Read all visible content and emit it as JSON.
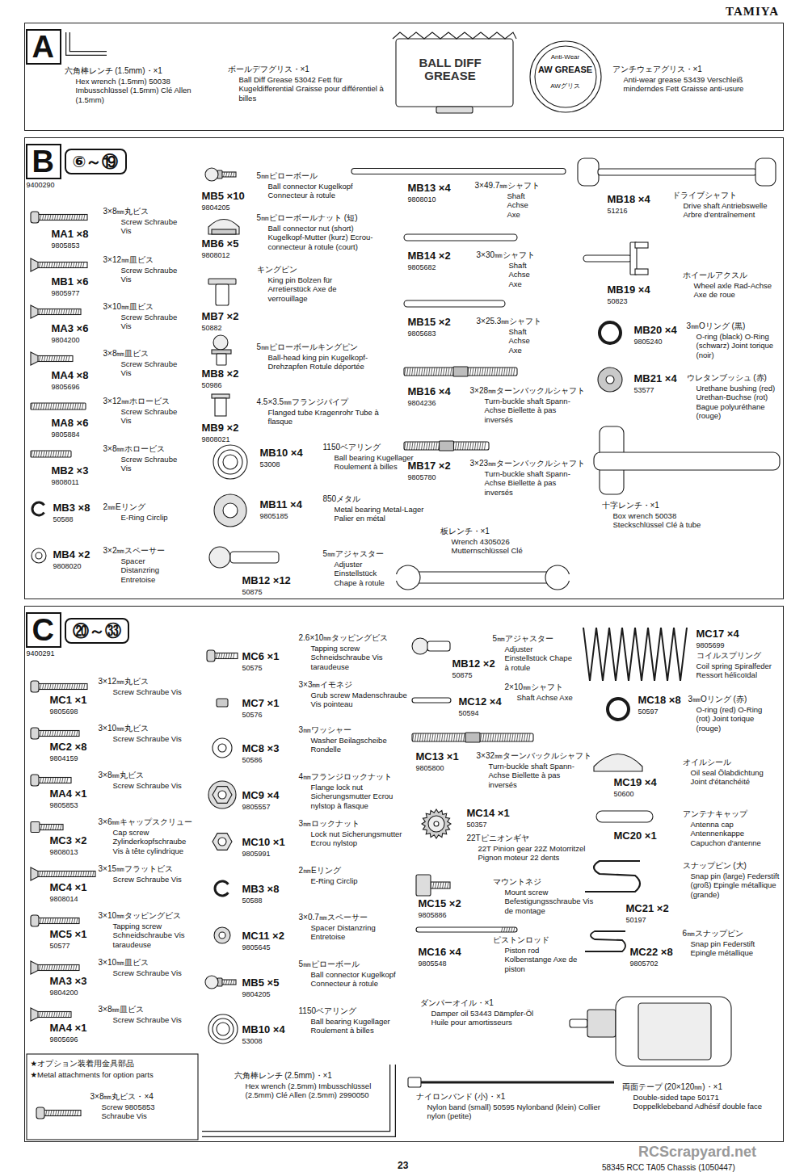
{
  "diagram": {
    "title": "TAMIYA",
    "nodes": [
      {
        "text": [
          "六角棒レンチ (1.5mm)・×1",
          "Hex wrench (1.5mm) 50038 Imbusschlüssel (1.5mm) Clé Allen (1.5mm)",
          "ボールデフグリス・×1",
          "Ball Diff Grease 53042 Fett für Kugeldifferential Graisse pour différentiel à billes",
          "BALL DIFF GREASE",
          "Anti-Wear",
          "AW GREASE",
          "AWグリス",
          "アンチウェアグリス・×1",
          "Anti-wear grease 53439 Verschleiß minderndes Fett Graisse anti-usure"
        ]
      },
      {
        "text": [
          "A"
        ],
        "in": 0
      },
      {
        "text": [
          "9400290",
          "MA1 ×8",
          "9805853",
          "3×8㎜丸ビス",
          "Screw Schraube Vis",
          "MB1 ×6",
          "9805977",
          "3×12㎜皿ビス",
          "Screw Schraube Vis",
          "MA3 ×6",
          "9804200",
          "3×10㎜皿ビス",
          "Screw Schraube Vis",
          "MA4 ×8",
          "9805696",
          "3×8㎜皿ビス",
          "Screw Schraube Vis",
          "MA8 ×6",
          "9805884",
          "3×12㎜ホロービス",
          "Screw Schraube Vis",
          "MB2 ×3",
          "9808011",
          "3×8㎜ホロービス",
          "Screw Schraube Vis",
          "MB3 ×8",
          "50588",
          "2㎜Eリング",
          "E-Ring Circlip",
          "MB4 ×2",
          "9808020",
          "3×2㎜スペーサー",
          "Spacer Distanzring Entretoise",
          "MB5 ×10",
          "9804205",
          "5㎜ピローボール",
          "Ball connector Kugelkopf Connecteur à rotule",
          "MB6 ×5",
          "9808012",
          "5㎜ピローボールナット (短)",
          "Ball connector nut (short) Kugelkopf-Mutter (kurz) Ecrou-connecteur à rotule (court)",
          "MB7 ×2",
          "50882",
          "キングピン",
          "King pin Bolzen für Arretierstück Axe de verrouillage",
          "MB8 ×2",
          "50986",
          "5㎜ピローボールキングピン",
          "Ball-head king pin Kugelkopf-Drehzapfen Rotule déportée",
          "MB9 ×2",
          "9808021",
          "4.5×3.5㎜フランジパイプ",
          "Flanged tube Kragenrohr Tube à flasque",
          "MB10 ×4",
          "53008",
          "1150ベアリング",
          "Ball bearing Kugellager Roulement à billes",
          "MB11 ×4",
          "9805185",
          "850メタル",
          "Metal bearing Metal-Lager Palier en métal",
          "MB12 ×12",
          "50875",
          "5㎜アジャスター",
          "Adjuster Einstellstück Chape à rotule",
          "MB13 ×4",
          "9808010",
          "3×49.7㎜シャフト",
          "Shaft Achse Axe",
          "MB14 ×2",
          "9805682",
          "3×30㎜シャフト",
          "Shaft Achse Axe",
          "MB15 ×2",
          "9805683",
          "3×25.3㎜シャフト",
          "Shaft Achse Axe",
          "MB16 ×4",
          "9804236",
          "3×28㎜ターンバックルシャフト",
          "Turn-buckle shaft Spann-Achse Biellette à pas inversés",
          "MB17 ×2",
          "9805780",
          "3×23㎜ターンバックルシャフト",
          "Turn-buckle shaft Spann-Achse Biellette à pas inversés",
          "板レンチ・×1",
          "Wrench 4305026 Mutternschlüssel Clé",
          "MB18 ×4",
          "51216",
          "ドライブシャフト",
          "Drive shaft Antriebswelle Arbre d'entraînement",
          "MB19 ×4",
          "50823",
          "ホイールアクスル",
          "Wheel axle Rad-Achse Axe de roue",
          "MB20 ×4",
          "9805240",
          "3㎜Oリング (黒)",
          "O-ring (black) O-Ring (schwarz) Joint torique (noir)",
          "MB21 ×4",
          "53577",
          "ウレタンブッシュ (赤)",
          "Urethane bushing (red) Urethan-Buchse (rot) Bague polyuréthane (rouge)",
          "十字レンチ・×1",
          "Box wrench 50038 Steckschlüssel Clé à tube"
        ]
      },
      {
        "text": [
          "B"
        ],
        "in": 2
      },
      {
        "text": [
          "⑥～⑲"
        ],
        "in": 2
      },
      {
        "text": [
          "9400291",
          "MC1 ×1",
          "9805698",
          "3×12㎜丸ビス",
          "Screw Schraube Vis",
          "MC2 ×8",
          "9804159",
          "3×10㎜丸ビス",
          "Screw Schraube Vis",
          "MA4 ×1",
          "9805853",
          "3×8㎜丸ビス",
          "Screw Schraube Vis",
          "MC3 ×2",
          "9808013",
          "3×6㎜キャップスクリュー",
          "Cap screw Zylinderkopfschraube Vis à tête cylindrique",
          "MC4 ×1",
          "9808014",
          "3×15㎜フラットビス",
          "Screw Schraube Vis",
          "MC5 ×1",
          "50577",
          "3×10㎜タッピングビス",
          "Tapping screw Schneidschraube Vis taraudeuse",
          "MA3 ×3",
          "9804200",
          "3×10㎜皿ビス",
          "Screw Schraube Vis",
          "MA4 ×1",
          "9805696",
          "3×8㎜皿ビス",
          "Screw Schraube Vis",
          "★オプション装着用金具部品",
          "★Metal attachments for option parts",
          "3×8㎜丸ビス・×4",
          "Screw 9805853 Schraube Vis",
          "MC6 ×1",
          "50575",
          "2.6×10㎜タッピングビス",
          "Tapping screw Schneidschraube Vis taraudeuse",
          "MC7 ×1",
          "50576",
          "3×3㎜イモネジ",
          "Grub screw Madenschraube Vis pointeau",
          "MC8 ×3",
          "50586",
          "3㎜ワッシャー",
          "Washer Beilagscheibe Rondelle",
          "MC9 ×4",
          "9805557",
          "4㎜フランジロックナット",
          "Flange lock nut Sicherungsmutter Ecrou nylstop à flasque",
          "MC10 ×1",
          "9805991",
          "3㎜ロックナット",
          "Lock nut Sicherungsmutter Ecrou nylstop",
          "MB3 ×8",
          "50588",
          "2㎜Eリング",
          "E-Ring Circlip",
          "MC11 ×2",
          "9805645",
          "3×0.7㎜スペーサー",
          "Spacer Distanzring Entretoise",
          "MB5 ×5",
          "9804205",
          "5㎜ピローボール",
          "Ball connector Kugelkopf Connecteur à rotule",
          "MB10 ×4",
          "53008",
          "1150ベアリング",
          "Ball bearing Kugellager Roulement à billes",
          "六角棒レンチ (2.5mm)・×1",
          "Hex wrench (2.5mm) Imbusschlüssel (2.5mm) Clé Allen (2.5mm) 2990050",
          "MB12 ×2",
          "50875",
          "5㎜アジャスター",
          "Adjuster Einstellstück Chape à rotule",
          "MC12 ×4",
          "50594",
          "2×10㎜シャフト",
          "Shaft Achse Axe",
          "MC13 ×1",
          "9805800",
          "3×32㎜ターンバックルシャフト",
          "Turn-buckle shaft Spann-Achse Biellette à pas inversés",
          "MC14 ×1",
          "50357",
          "22Tピニオンギヤ",
          "22T Pinion gear 22Z Motorritzel Pignon moteur 22 dents",
          "MC15 ×2",
          "9805886",
          "マウントネジ",
          "Mount screw Befestigungsschraube Vis de montage",
          "MC16 ×4",
          "9805548",
          "ピストンロッド",
          "Piston rod Kolbenstange Axe de piston",
          "ダンパーオイル・×1",
          "Damper oil 53443 Dämpfer-Öl Huile pour amortisseurs",
          "ナイロンバンド (小)・×1",
          "Nylon band (small) 50595 Nylonband (klein) Collier nylon (petite)",
          "MC17 ×4",
          "9805699",
          "コイルスプリング",
          "Coil spring Spiralfeder Ressort hélicoïdal",
          "MC18 ×8",
          "50597",
          "3㎜Oリング (赤)",
          "O-ring (red) O-Ring (rot) Joint torique (rouge)",
          "MC19 ×4",
          "50600",
          "オイルシール",
          "Oil seal Ölabdichtung Joint d'étanchéité",
          "MC20 ×1",
          "アンテナキャップ",
          "Antenna cap Antennenkappe Capuchon d'antenne",
          "MC21 ×2",
          "50197",
          "スナップピン (大)",
          "Snap pin (large) Federstift (groß) Epingle métallique (grande)",
          "MC22 ×8",
          "9805702",
          "6㎜スナップピン",
          "Snap pin Federstift Epingle métallique",
          "両面テープ (20×120㎜)・×1",
          "Double-sided tape 50171 Doppelklebeband Adhésif double face"
        ]
      },
      {
        "text": [
          "C"
        ],
        "in": 5
      },
      {
        "text": [
          "⑳～㉝"
        ],
        "in": 5
      }
    ],
    "labels": [
      "23",
      "58345 RCC TA05 Chassis (1050447)",
      "RCScrapyard.net"
    ]
  }
}
